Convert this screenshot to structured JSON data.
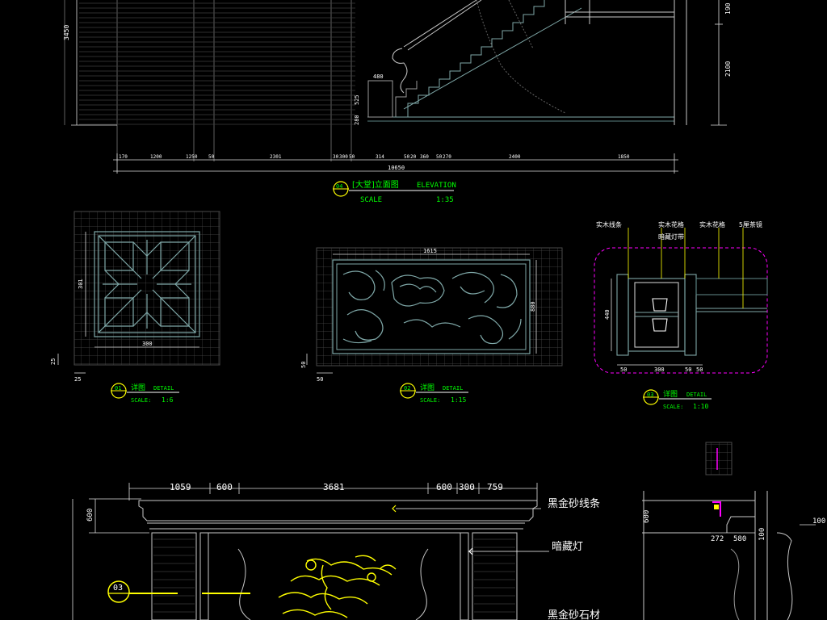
{
  "colors": {
    "background": "#000000",
    "grid": "#4a4a4a",
    "linework": "#7fa8a8",
    "dimension": "#ffffff",
    "title_text": "#00ff00",
    "label_text": "#ffffff",
    "highlight": "#ffff00",
    "callout": "#ff00ff"
  },
  "elevation_04": {
    "number": "04",
    "title": "[大堂]立面图",
    "title_en": "ELEVATION",
    "scale_label": "SCALE",
    "scale": "1:35",
    "vertical_dims": {
      "total_height": "3450",
      "d1": "480",
      "d2": "525",
      "d3": "280",
      "d4": "190",
      "d5": "2100"
    },
    "bottom_dims": [
      "170",
      "1200",
      "1250",
      "50",
      "2301",
      "30",
      "300",
      "50",
      "314",
      "50",
      "20",
      "360",
      "50",
      "270",
      "2400",
      "1850"
    ],
    "total_width": "10650"
  },
  "detail_01": {
    "number": "01",
    "title": "详图",
    "title_en": "DETAIL",
    "scale_label": "SCALE:",
    "scale": "1:6",
    "dim_width": "300",
    "dim_height": "301",
    "dim_offset_v": "25",
    "dim_offset_h": "25"
  },
  "detail_02": {
    "number": "02",
    "title": "详图",
    "title_en": "DETAIL",
    "scale_label": "SCALE:",
    "scale": "1:15",
    "dim_width": "1615",
    "dim_height": "880",
    "dim_offset_v": "50",
    "dim_offset_h": "50"
  },
  "detail_03": {
    "number": "03",
    "title": "详图",
    "title_en": "DETAIL",
    "scale_label": "SCALE:",
    "scale": "1:10",
    "labels": [
      "实木线条",
      "实木花格",
      "暗藏灯带",
      "实木花格",
      "5厘茶镜"
    ],
    "dim_height": "440",
    "bottom_dims": [
      "50",
      "300",
      "50",
      "50"
    ]
  },
  "elevation_03": {
    "number": "03",
    "top_dims": [
      "1059",
      "600",
      "3681",
      "600",
      "300",
      "759"
    ],
    "side_dim": "600",
    "labels": {
      "cornice": "黑金砂线条",
      "hidden_light": "暗藏灯",
      "stone": "黑金砂石材"
    },
    "section_dims": {
      "height": "600",
      "w1": "272",
      "w2": "580",
      "top": "100",
      "side": "100"
    }
  }
}
